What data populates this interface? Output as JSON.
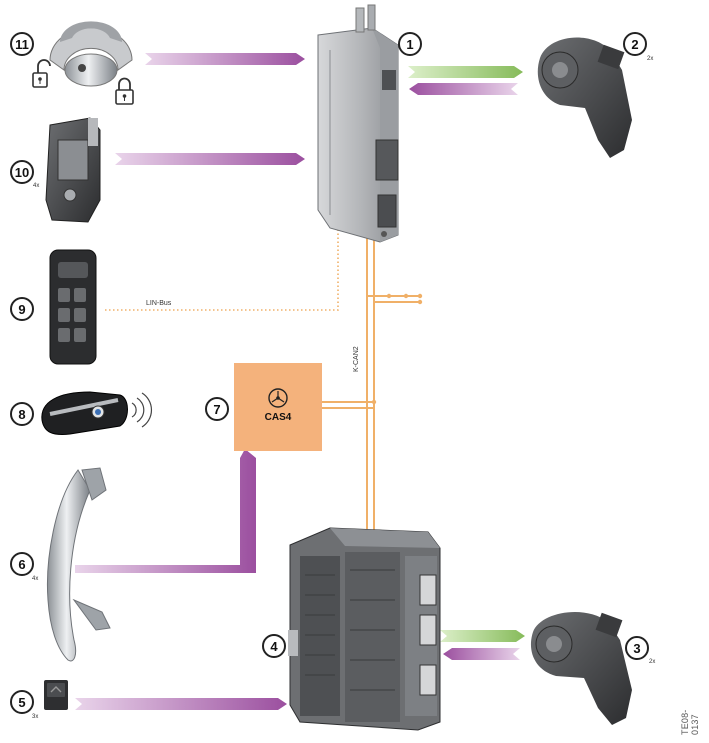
{
  "diagram": {
    "figure_id": "TE08-0137",
    "bus_labels": {
      "lin": "LIN-Bus",
      "kcan": "K-CAN2"
    },
    "cas_label": "CAS4",
    "callouts": [
      {
        "number": "1",
        "quantity": ""
      },
      {
        "number": "2",
        "quantity": "2x"
      },
      {
        "number": "3",
        "quantity": "2x"
      },
      {
        "number": "4",
        "quantity": ""
      },
      {
        "number": "5",
        "quantity": "3x"
      },
      {
        "number": "6",
        "quantity": "4x"
      },
      {
        "number": "7",
        "quantity": ""
      },
      {
        "number": "8",
        "quantity": ""
      },
      {
        "number": "9",
        "quantity": ""
      },
      {
        "number": "10",
        "quantity": "4x"
      },
      {
        "number": "11",
        "quantity": ""
      }
    ],
    "colors": {
      "signal_purple": "#a15aa6",
      "signal_green": "#8fc06a",
      "bus_orange": "#f0b068",
      "cas_fill": "#f4b27c"
    }
  }
}
